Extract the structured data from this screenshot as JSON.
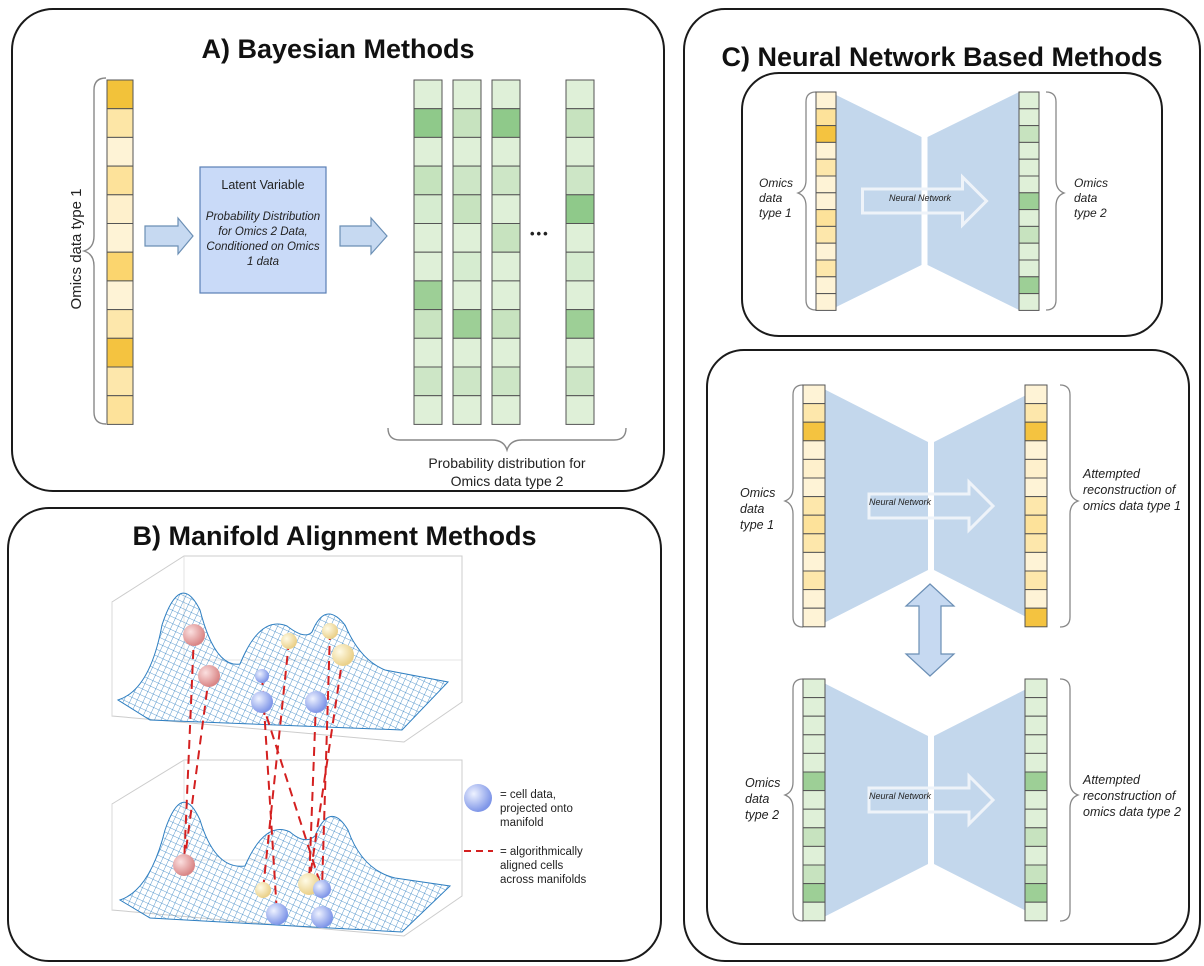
{
  "panel_a": {
    "title": "A) Bayesian Methods",
    "input_label": "Omics data type 1",
    "latent_title": "Latent Variable",
    "latent_body": "Probability Distribution for Omics 2 Data, Conditioned on Omics 1 data",
    "ellipsis": "•••",
    "output_label_line1": "Probability distribution for",
    "output_label_line2": "Omics data type 2",
    "input_column": [
      "#f2c23a",
      "#fde6a6",
      "#fef3d6",
      "#fde29a",
      "#fef0cc",
      "#fef3d6",
      "#fbd56e",
      "#fef3d6",
      "#fde7ab",
      "#f4c340",
      "#fde7ab",
      "#fde29a"
    ],
    "output_columns": [
      [
        "#dff0d8",
        "#8fc98a",
        "#dff0d8",
        "#c5e3bd",
        "#d6ecd0",
        "#dff0d8",
        "#dff0d8",
        "#9dcf96",
        "#c9e4c1",
        "#dff0d8",
        "#cde6c6",
        "#dff0d8"
      ],
      [
        "#dff0d8",
        "#c7e3bf",
        "#dff0d8",
        "#cde6c6",
        "#c7e3bf",
        "#dff0d8",
        "#d6ecd0",
        "#dff0d8",
        "#9dcf96",
        "#dff0d8",
        "#cde6c6",
        "#dff0d8"
      ],
      [
        "#dff0d8",
        "#8fc98a",
        "#dff0d8",
        "#cde6c6",
        "#dff0d8",
        "#c7e3bf",
        "#dff0d8",
        "#dff0d8",
        "#c7e3bf",
        "#dff0d8",
        "#cde6c6",
        "#dff0d8"
      ],
      [
        "#dff0d8",
        "#c7e3bf",
        "#dff0d8",
        "#cde6c6",
        "#8fc98a",
        "#dff0d8",
        "#d6ecd0",
        "#dff0d8",
        "#9dcf96",
        "#dff0d8",
        "#cde6c6",
        "#dff0d8"
      ]
    ]
  },
  "panel_b": {
    "title": "B) Manifold Alignment Methods",
    "legend_cell": "= cell data, projected onto manifold",
    "legend_line": "= algorithmically aligned cells across manifolds"
  },
  "panel_c": {
    "title": "C) Neural Network Based Methods",
    "top": {
      "left_label": "Omics data type 1",
      "right_label": "Omics data type 2",
      "network_label": "Neural Network",
      "left_column": [
        "#fef3d6",
        "#fde29a",
        "#f4c340",
        "#fef3d6",
        "#fde7ab",
        "#fef3d6",
        "#fef3d6",
        "#fde29a",
        "#fde7ab",
        "#fef3d6",
        "#fde7ab",
        "#fef3d6",
        "#fef3d6"
      ],
      "right_column": [
        "#dff0d8",
        "#dff0d8",
        "#c7e3bf",
        "#dff0d8",
        "#dff0d8",
        "#dff0d8",
        "#9dcf96",
        "#dff0d8",
        "#c7e3bf",
        "#dff0d8",
        "#dff0d8",
        "#9dcf96",
        "#dff0d8"
      ]
    },
    "autoencoder_1": {
      "left_label": "Omics data type 1",
      "right_label": "Attempted reconstruction of omics data type 1",
      "network_label": "Neural Network",
      "left_column": [
        "#fef3d6",
        "#fde7ab",
        "#f4c340",
        "#fef3d6",
        "#fef0cc",
        "#fef3d6",
        "#fde7ab",
        "#fde29a",
        "#fde7ab",
        "#fef3d6",
        "#fde7ab",
        "#fef3d6",
        "#fef3d6"
      ],
      "right_column": [
        "#fef3d6",
        "#fde7ab",
        "#f4c340",
        "#fef3d6",
        "#fef0cc",
        "#fef3d6",
        "#fde7ab",
        "#fde29a",
        "#fde7ab",
        "#fef3d6",
        "#fde7ab",
        "#fef3d6",
        "#f4c340"
      ]
    },
    "autoencoder_2": {
      "left_label": "Omics data type 2",
      "right_label": "Attempted reconstruction of omics data type 2",
      "network_label": "Neural Network",
      "left_column": [
        "#dff0d8",
        "#dff0d8",
        "#dff0d8",
        "#dff0d8",
        "#dff0d8",
        "#9dcf96",
        "#dff0d8",
        "#dff0d8",
        "#c7e3bf",
        "#dff0d8",
        "#c7e3bf",
        "#9dcf96",
        "#dff0d8"
      ],
      "right_column": [
        "#dff0d8",
        "#dff0d8",
        "#dff0d8",
        "#dff0d8",
        "#dff0d8",
        "#9dcf96",
        "#dff0d8",
        "#dff0d8",
        "#c7e3bf",
        "#dff0d8",
        "#c7e3bf",
        "#9dcf96",
        "#dff0d8"
      ]
    }
  },
  "colors": {
    "arrow_fill": "#c6d9f1",
    "arrow_stroke": "#6b8fb5",
    "latent_fill": "#c9daf8",
    "latent_stroke": "#5b7fb5",
    "network_fill": "#c3d7ec",
    "network_arrow": "#eef3f9",
    "cell_stroke": "#555555",
    "mesh": "#2f7fc1",
    "align_line": "#d42020"
  }
}
